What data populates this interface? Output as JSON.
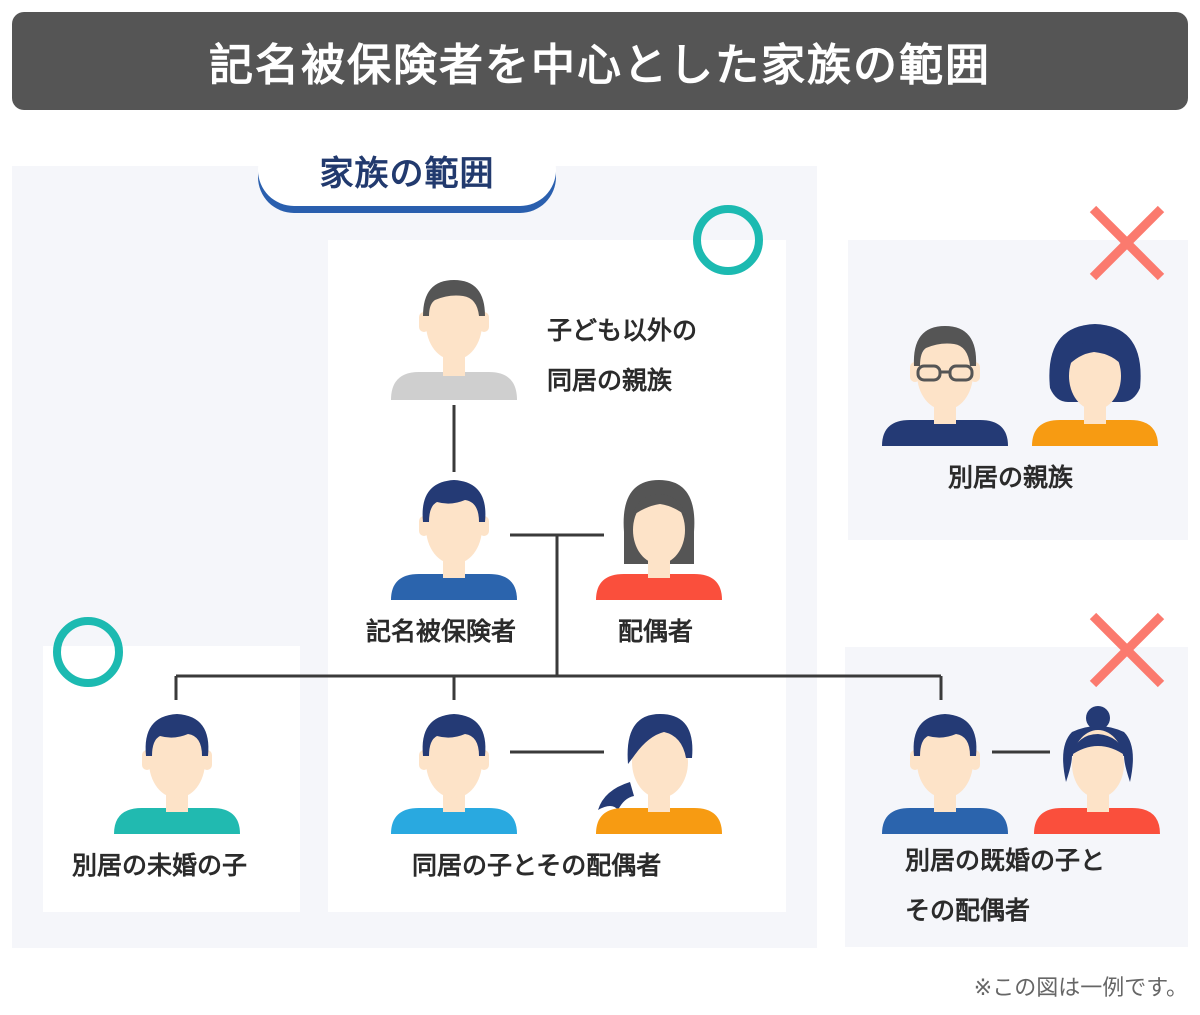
{
  "title": "記名被保険者を中心とした家族の範囲",
  "family_scope_tab": "家族の範囲",
  "labels": {
    "relatives_living_together": [
      "子ども以外の",
      "同居の親族"
    ],
    "named_insured": "記名被保険者",
    "spouse": "配偶者",
    "unmarried_child_apart": "別居の未婚の子",
    "child_living_together_and_spouse": "同居の子とその配偶者",
    "relatives_apart": "別居の親族",
    "married_child_apart_and_spouse": [
      "別居の既婚の子と",
      "その配偶者"
    ]
  },
  "marks": {
    "included_symbol": "circle-icon",
    "excluded_symbol": "cross-icon"
  },
  "note": "※この図は一例です。",
  "colors": {
    "title_bar": "#555555",
    "panel_bg": "#f5f6fa",
    "tab_underline": "#2a5fae",
    "included": "#1cbab1",
    "excluded": "#fb7a6e",
    "hair_navy": "#243a75",
    "hair_gray": "#555555",
    "skin": "#fde3c8",
    "shirt_gray": "#cfcfcf",
    "shirt_blue": "#2b64ad",
    "shirt_red": "#fa4f3c",
    "shirt_teal": "#21bab0",
    "shirt_sky": "#29a9e0",
    "shirt_orange": "#f79b12",
    "shirt_navy": "#243a75"
  }
}
